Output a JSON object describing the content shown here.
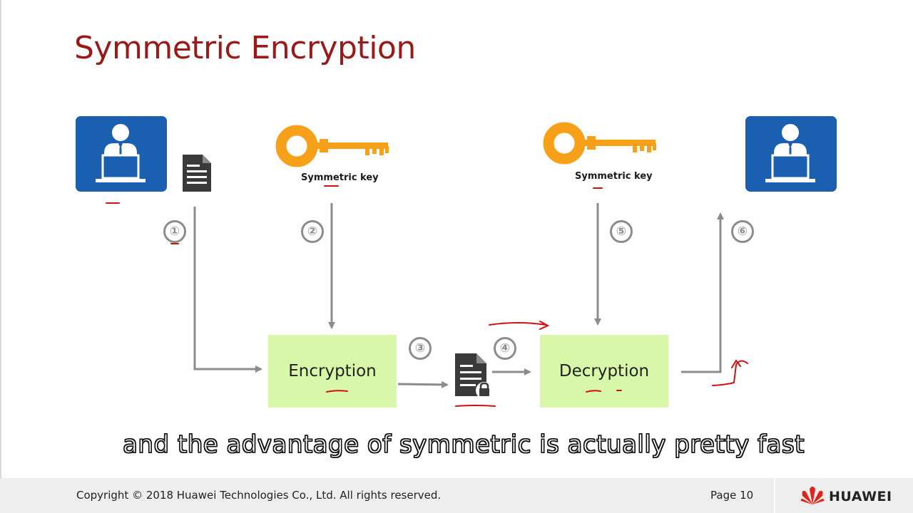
{
  "slide": {
    "title": "Symmetric Encryption"
  },
  "diagram": {
    "key_label_1": "Symmetric key",
    "key_label_2": "Symmetric key",
    "encryption_label": "Encryption",
    "decryption_label": "Decryption",
    "steps": [
      "①",
      "②",
      "③",
      "④",
      "⑤",
      "⑥"
    ],
    "icons": {
      "sender": "user-laptop-icon",
      "receiver": "user-laptop-icon",
      "plaintext": "document-icon",
      "ciphertext": "locked-document-icon",
      "key": "key-icon"
    }
  },
  "subtitle": {
    "text": "and the advantage of symmetric is actually pretty fast"
  },
  "footer": {
    "copyright": "Copyright © 2018 Huawei Technologies Co., Ltd. All rights reserved.",
    "page": "Page 10",
    "brand": "HUAWEI"
  },
  "colors": {
    "title": "#9a1a1a",
    "user_box": "#1a5fb0",
    "key": "#f7a11a",
    "process_box": "#d9f7a8",
    "arrow": "#8c8c8c",
    "annotation": "#cc1111",
    "brand_red": "#e2231a"
  }
}
